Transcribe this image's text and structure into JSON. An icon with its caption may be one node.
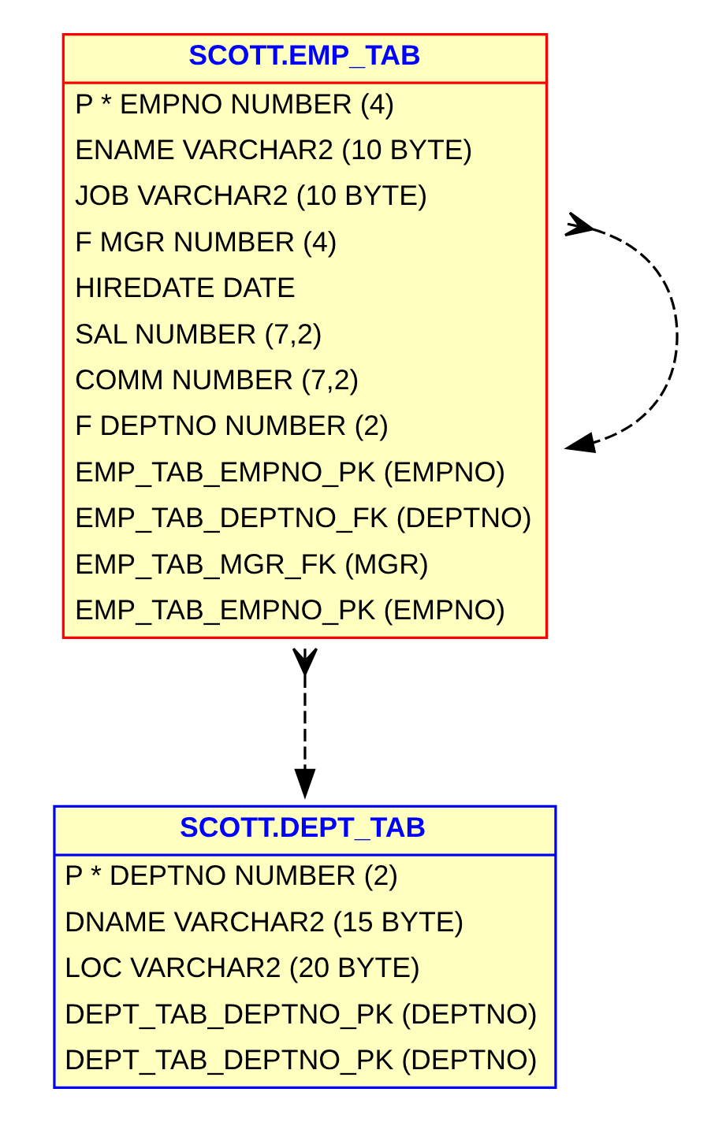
{
  "diagram": {
    "nodes": [
      {
        "text": [
          "SCOTT.EMP_TAB",
          "P * EMPNO NUMBER (4)",
          "ENAME VARCHAR2 (10 BYTE)",
          "JOB VARCHAR2 (10 BYTE)",
          "F MGR NUMBER (4)",
          "HIREDATE DATE",
          "SAL NUMBER (7,2)",
          "COMM NUMBER (7,2)",
          "F DEPTNO NUMBER (2)",
          "EMP_TAB_EMPNO_PK (EMPNO)",
          "EMP_TAB_DEPTNO_FK (DEPTNO)",
          "EMP_TAB_MGR_FK (MGR)",
          "EMP_TAB_EMPNO_PK (EMPNO)"
        ]
      },
      {
        "text": [
          "SCOTT.DEPT_TAB",
          "P * DEPTNO NUMBER (2)",
          "DNAME VARCHAR2 (15 BYTE)",
          "LOC VARCHAR2 (20 BYTE)",
          "DEPT_TAB_DEPTNO_PK (DEPTNO)",
          "DEPT_TAB_DEPTNO_PK (DEPTNO)"
        ]
      }
    ],
    "edges": [
      {
        "from": 0,
        "to": 0,
        "arrow": "to",
        "style": "dashed"
      },
      {
        "from": 0,
        "to": 1,
        "arrow": "to",
        "style": "dashed"
      }
    ]
  }
}
